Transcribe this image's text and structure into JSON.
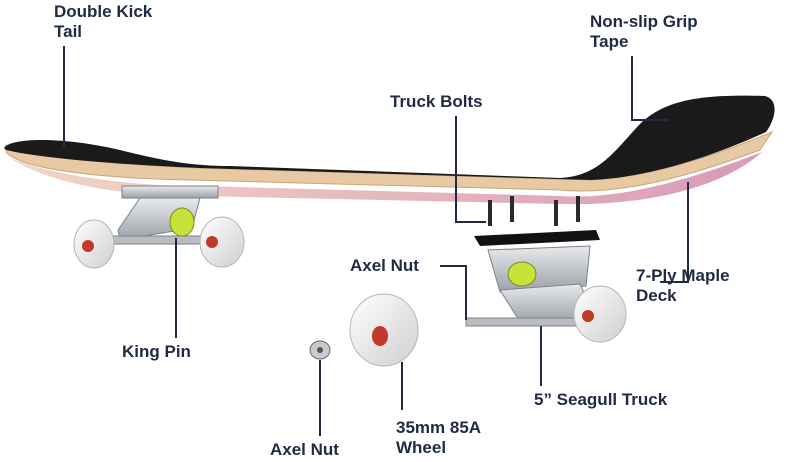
{
  "title": "",
  "labels": {
    "double_kick_tail": [
      "Double Kick",
      "Tail"
    ],
    "grip_tape": [
      "Non-slip Grip",
      "Tape"
    ],
    "truck_bolts": [
      "Truck Bolts"
    ],
    "axel_nut_top": [
      "Axel Nut"
    ],
    "maple_deck": [
      "7-Ply Maple",
      "Deck"
    ],
    "king_pin": [
      "King Pin"
    ],
    "seagull_truck": [
      "5” Seagull Truck"
    ],
    "wheel": [
      "35mm 85A",
      "Wheel"
    ],
    "axel_nut_bottom": [
      "Axel Nut"
    ]
  },
  "colors": {
    "label_text": "#1f2a44",
    "leader_line": "#1f2a44",
    "grip_tape": "#1a1a1a",
    "deck_wood": "#e7c9a3",
    "deck_underside": "#e9b6cc",
    "truck_metal": "#bfc3c9",
    "wheel": "#f2f2f2",
    "bearing": "#c0392b",
    "bushing": "#c9e23a"
  }
}
